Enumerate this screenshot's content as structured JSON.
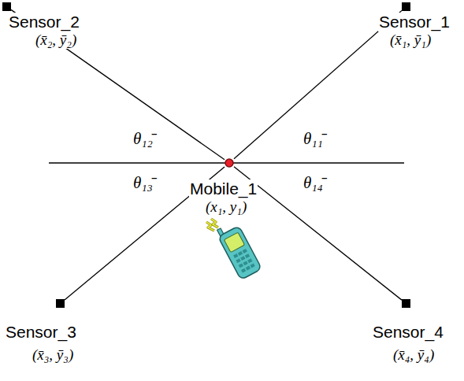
{
  "diagram": {
    "nodes": [
      {
        "text": [
          "Sensor_2",
          "(x̄₂, ȳ₂)"
        ]
      },
      {
        "text": [
          "Sensor_1",
          "(x̄₁, ȳ₁)"
        ]
      },
      {
        "text": [
          "Mobile_1",
          "(x₁, y₁)"
        ]
      },
      {
        "text": [
          "Sensor_3",
          "(x̄₃, ȳ₃)"
        ]
      },
      {
        "text": [
          "Sensor_4",
          "(x̄₄, ȳ₄)"
        ]
      }
    ],
    "edges": [
      {
        "from": 2,
        "to": 0,
        "arrow": "none"
      },
      {
        "from": 2,
        "to": 1,
        "arrow": "none"
      },
      {
        "from": 2,
        "to": 3,
        "arrow": "none"
      },
      {
        "from": 2,
        "to": 4,
        "arrow": "none"
      }
    ],
    "labels": [
      "θ₁₂̄",
      "θ₁₁̄",
      "θ₁₃̄",
      "θ₁₄̄"
    ]
  }
}
